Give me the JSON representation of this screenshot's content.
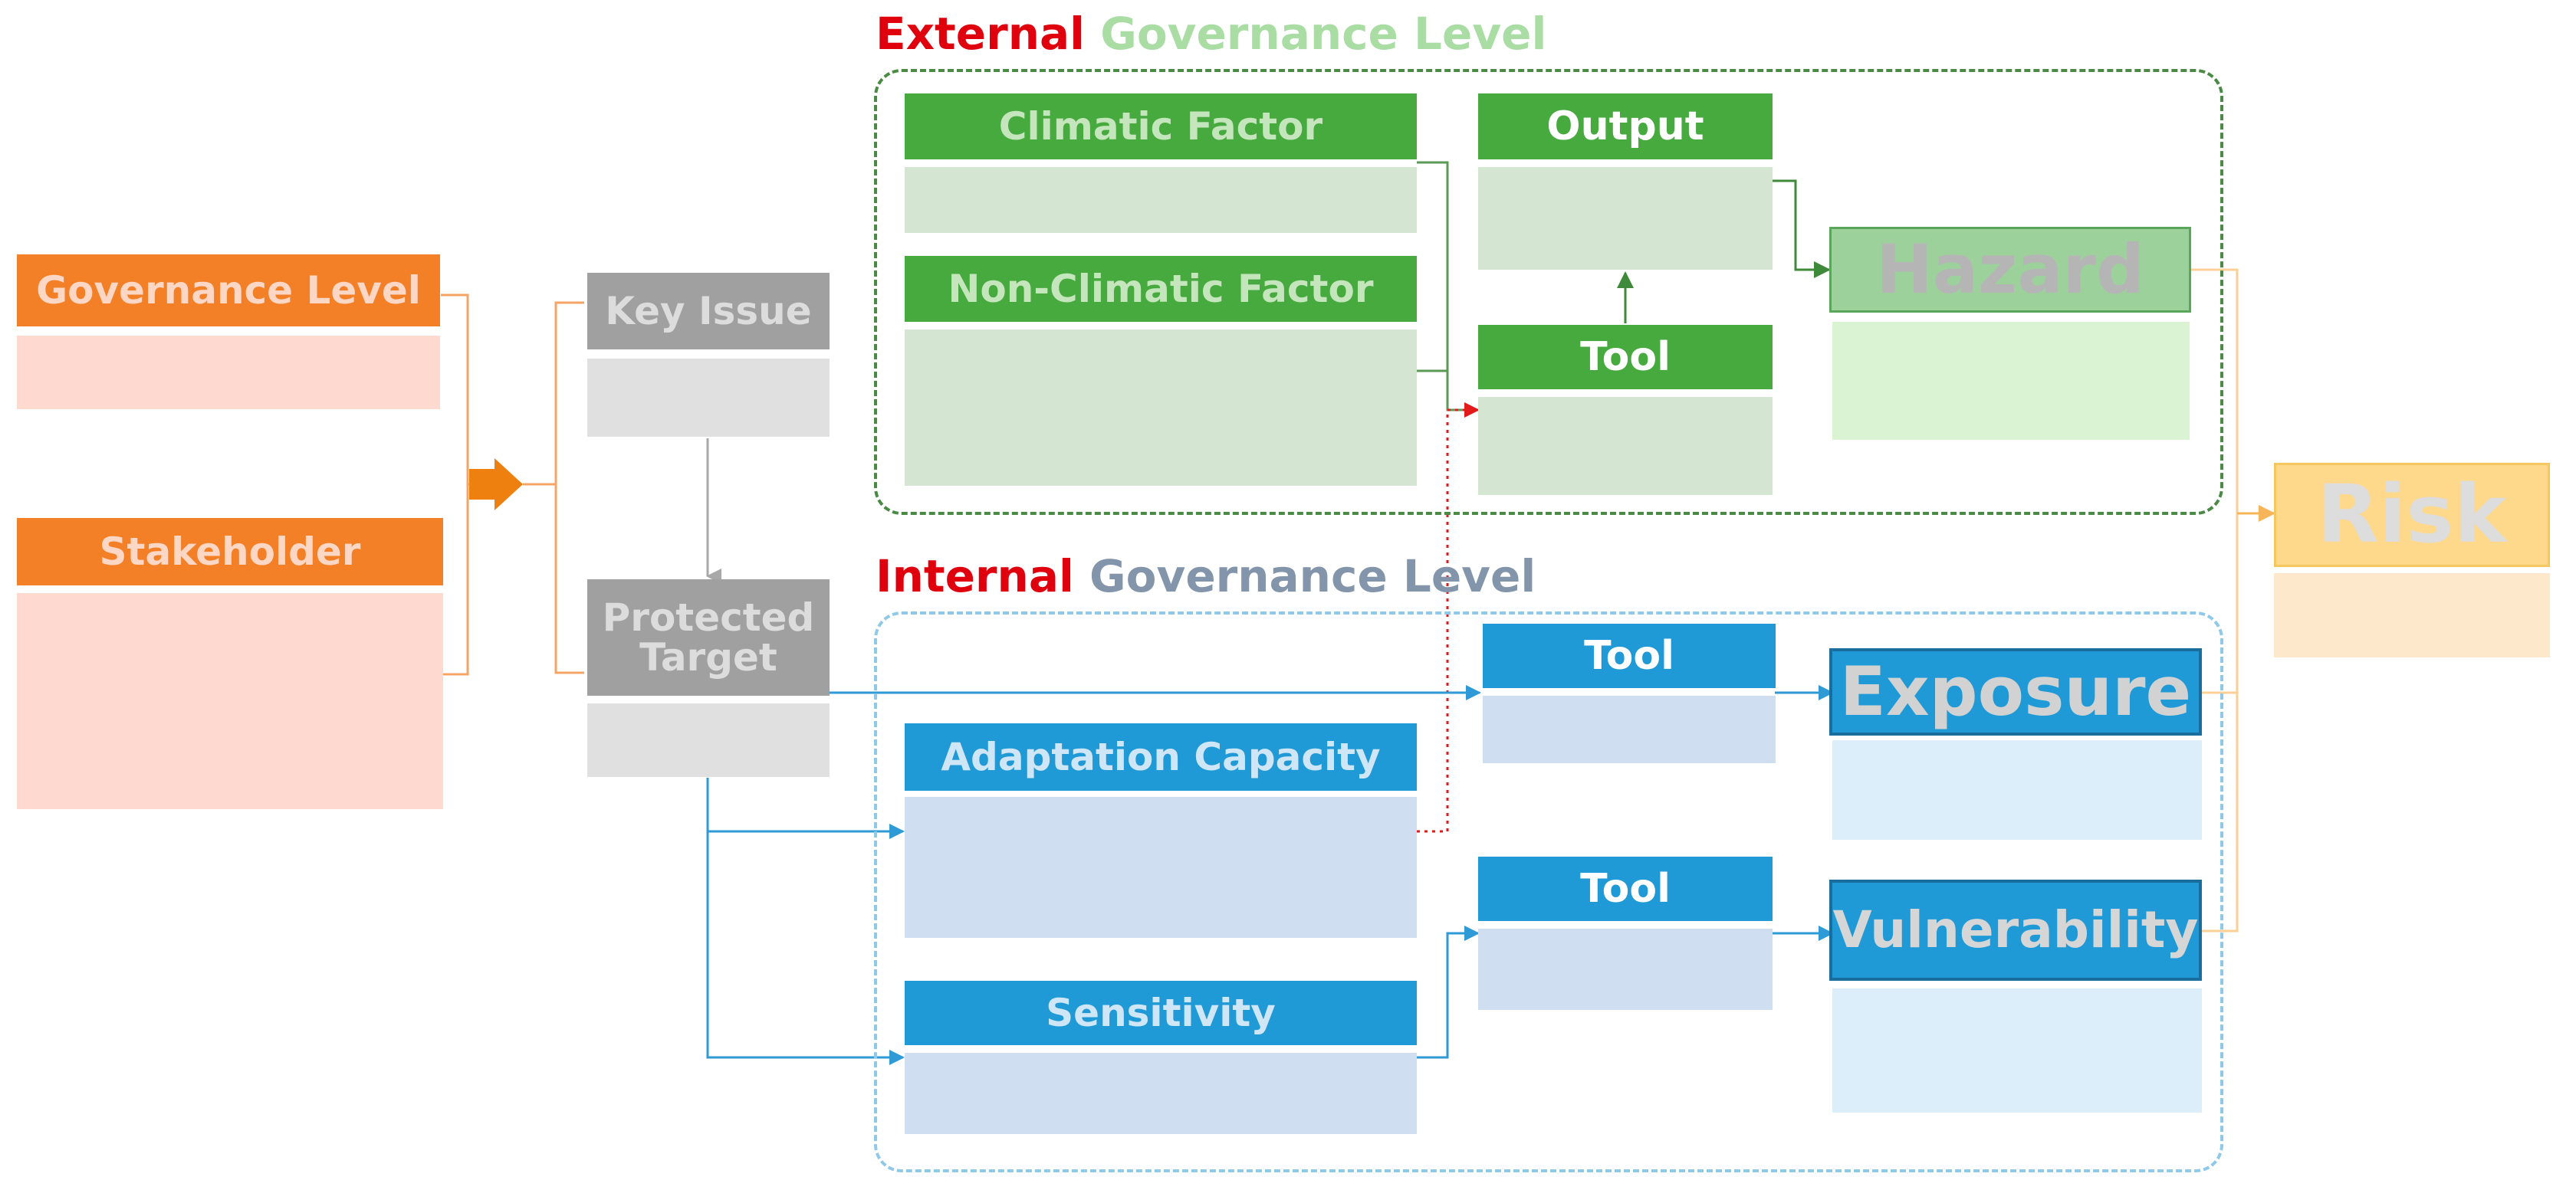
{
  "left_panel": {
    "governance_level": "Governance Level",
    "stakeholder": "Stakeholder"
  },
  "issue_panel": {
    "key_issue": "Key Issue",
    "protected_target": "Protected Target"
  },
  "external_region": {
    "title_red": "External",
    "title_rest": " Governance Level",
    "climatic_factor": "Climatic Factor",
    "non_climatic_factor": "Non-Climatic Factor",
    "output": "Output",
    "tool": "Tool",
    "hazard": "Hazard"
  },
  "internal_region": {
    "title_red": "Internal",
    "title_rest": " Governance Level",
    "adaptation_capacity": "Adaptation Capacity",
    "sensitivity": "Sensitivity",
    "exposure_tool": "Tool",
    "vulnerability_tool": "Tool",
    "exposure": "Exposure",
    "vulnerability": "Vulnerability"
  },
  "risk": "Risk",
  "colors": {
    "orange": "#f38027",
    "gray": "#a0a0a0",
    "green": "#46aa3f",
    "blue": "#1f9ad6",
    "risk_yellow": "#fed88b",
    "title_red": "#e0000d"
  }
}
